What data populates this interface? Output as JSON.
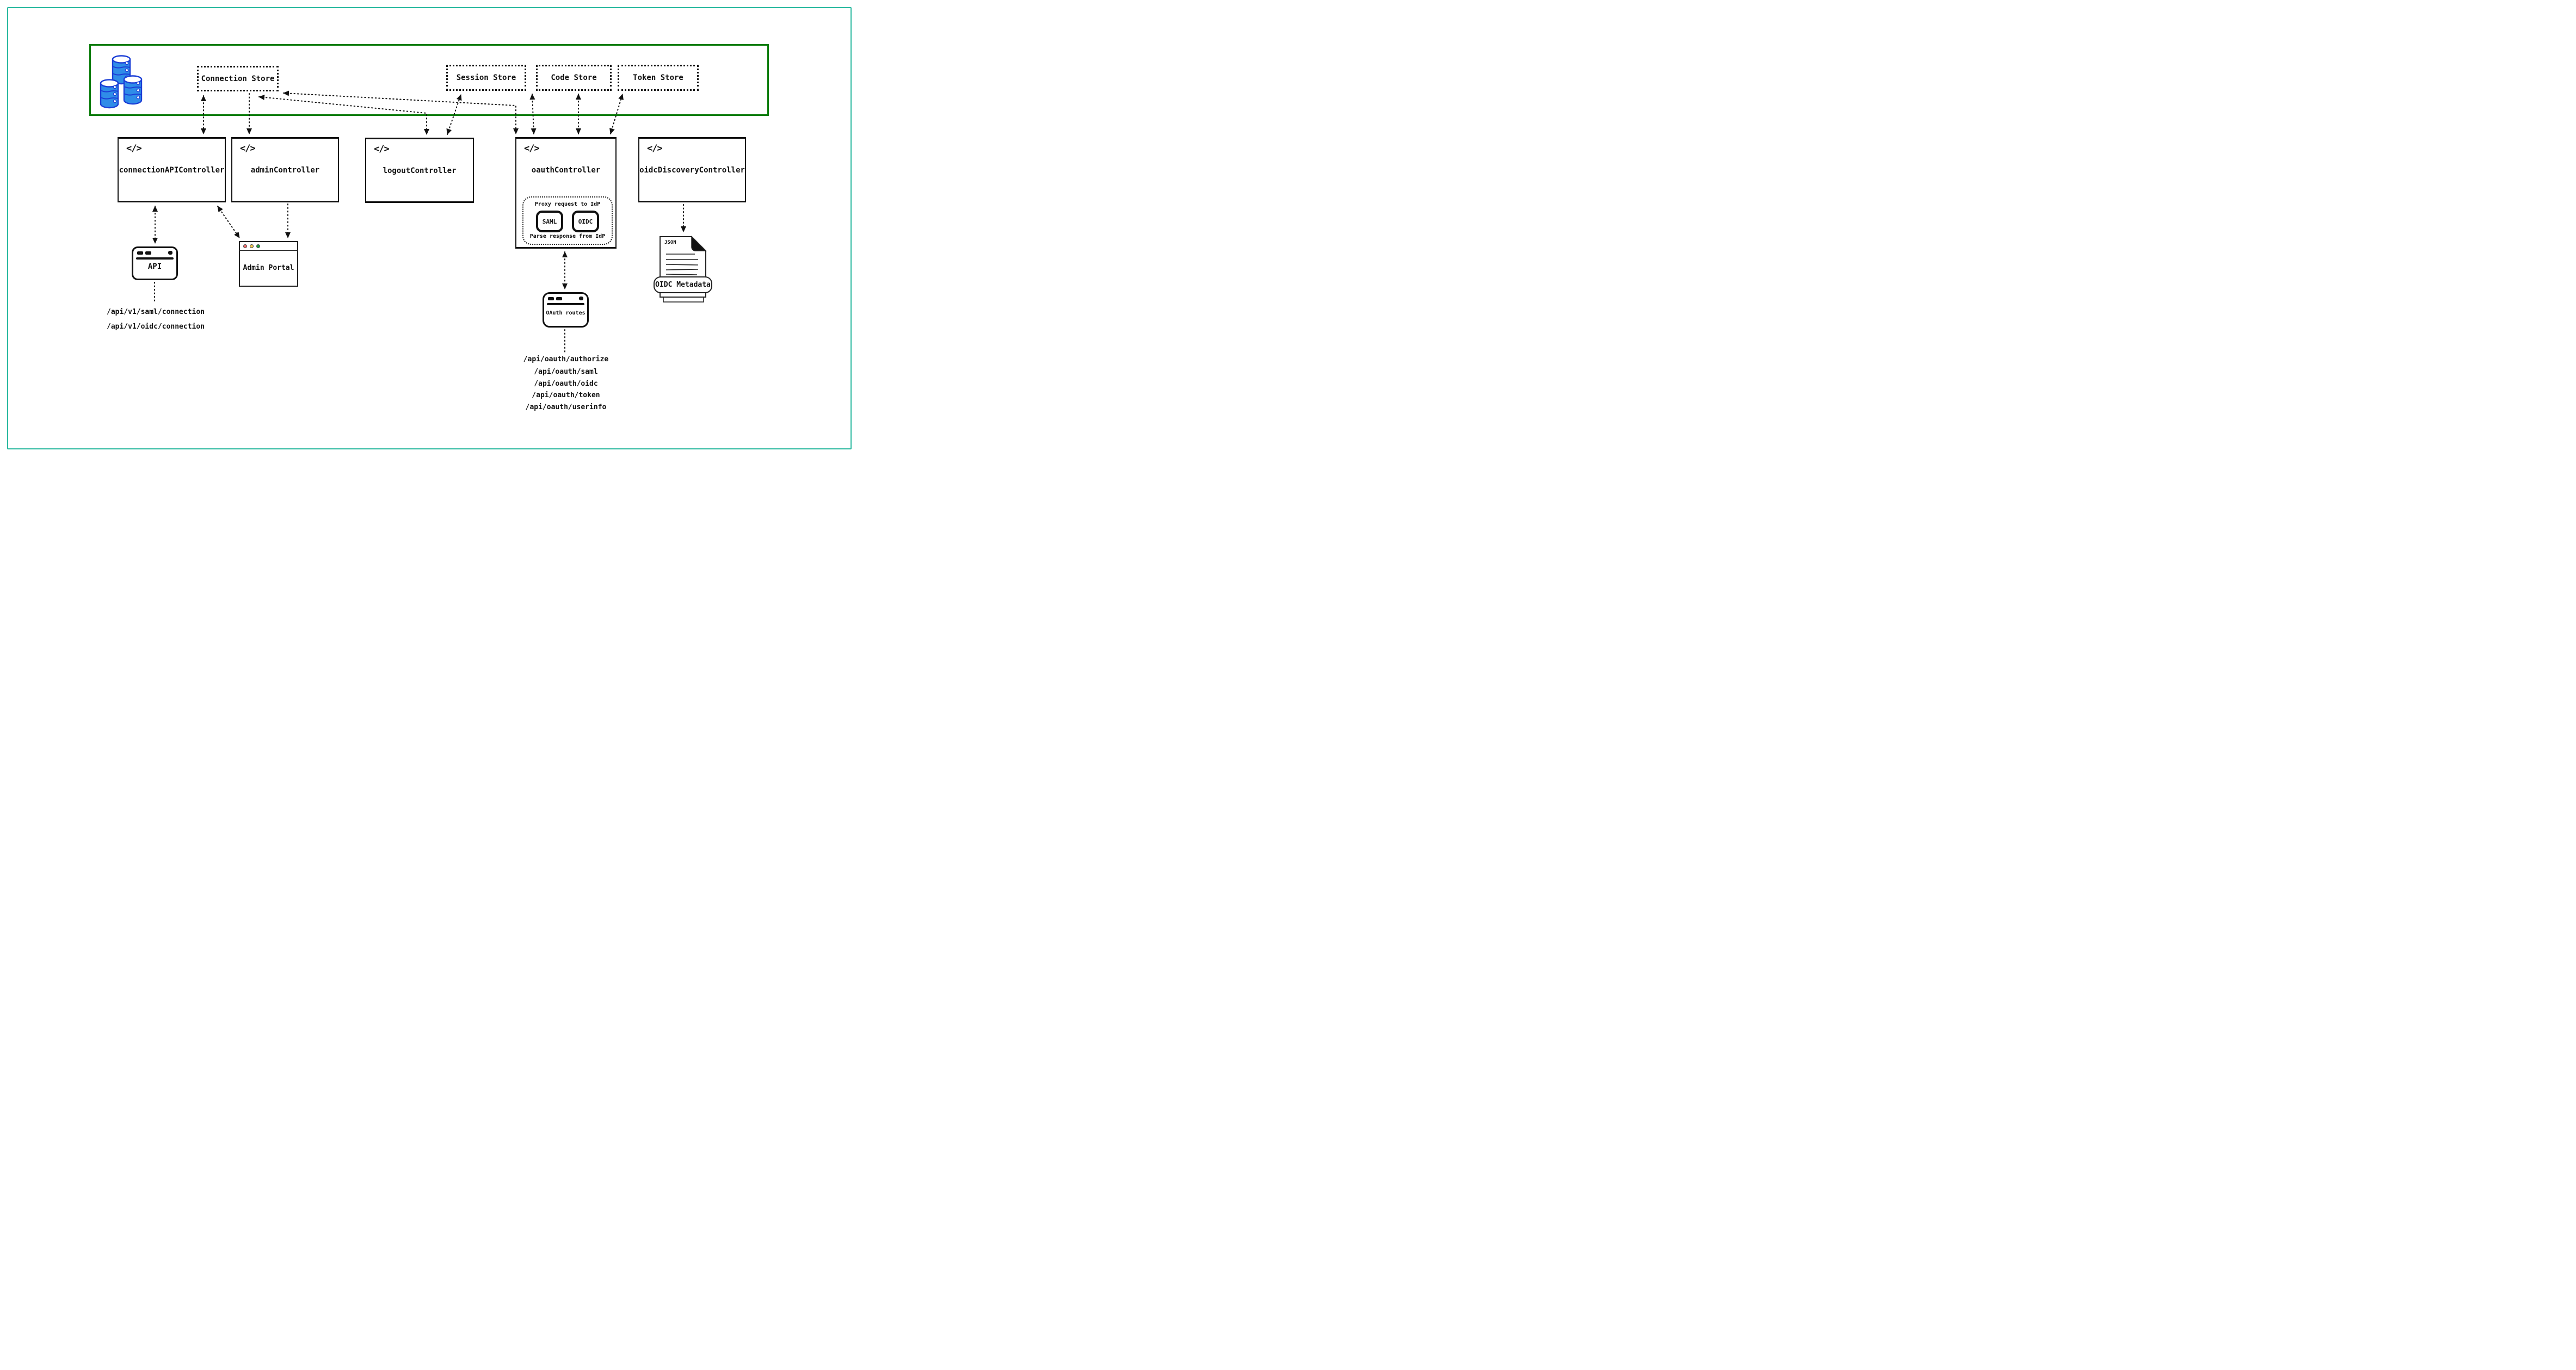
{
  "colors": {
    "frame_teal": "#2bb9a0",
    "container_green": "#0a7c0a",
    "db_blue": "#2f8ce8",
    "db_outline": "#1b3ed6",
    "traffic_red": "#f26d6d",
    "traffic_yellow": "#f3c84e",
    "traffic_green": "#1e9e3e"
  },
  "icons": {
    "code": "</>"
  },
  "stores": {
    "items": [
      {
        "label": "Connection Store"
      },
      {
        "label": "Session Store"
      },
      {
        "label": "Code Store"
      },
      {
        "label": "Token Store"
      }
    ]
  },
  "controllers": [
    {
      "label": "connectionAPIController"
    },
    {
      "label": "adminController"
    },
    {
      "label": "logoutController"
    },
    {
      "label": "oauthController"
    },
    {
      "label": "oidcDiscoveryController"
    }
  ],
  "oauth_detail": {
    "proxy_label": "Proxy request to IdP",
    "parse_label": "Parse response from IdP",
    "protocols": [
      "SAML",
      "OIDC"
    ]
  },
  "windows": {
    "api": {
      "title": "API"
    },
    "admin_portal": {
      "title": "Admin Portal"
    },
    "oauth_routes": {
      "title": "OAuth routes"
    }
  },
  "api_routes": [
    "/api/v1/saml/connection",
    "/api/v1/oidc/connection"
  ],
  "oauth_route_list": [
    "/api/oauth/authorize",
    "/api/oauth/saml",
    "/api/oauth/oidc",
    "/api/oauth/token",
    "/api/oauth/userinfo"
  ],
  "document": {
    "file_type": "JSON",
    "label": "OIDC Metadata"
  }
}
